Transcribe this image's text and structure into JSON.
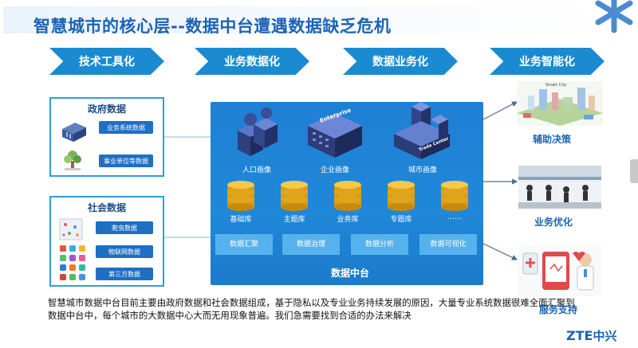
{
  "title": "智慧城市的核心层--数据中台遭遇数据缺乏危机",
  "stages": [
    "技术工具化",
    "业务数据化",
    "数据业务化",
    "业务智能化"
  ],
  "gov_panel": {
    "heading": "政府数据",
    "items": [
      "业务系统数据",
      "事业单位等数据"
    ]
  },
  "social_panel": {
    "heading": "社会数据",
    "items": [
      "爬虫数据",
      "物联网数据",
      "第三方数据"
    ]
  },
  "center": {
    "portraits": [
      "人口画像",
      "企业画像",
      "城市画像"
    ],
    "building_signs": [
      "Enterprise",
      "Trade Center"
    ],
    "databases": [
      "基础库",
      "主题库",
      "业务库",
      "专题库",
      "……"
    ],
    "tools": [
      "数据汇聚",
      "数据治理",
      "数据分析",
      "数据可视化"
    ],
    "title": "数据中台"
  },
  "outputs": [
    "辅助决策",
    "业务优化",
    "服务支持"
  ],
  "thumb_sign": "Smart City",
  "caption": "智慧城市数据中台目前主要由政府数据和社会数据组成，基于隐私以及专业业务持续发展的原因，大量专业系统数据很难全面汇聚到数据中台中，每个城市的大数据中心大而无用现象普遍。我们急需要找到合适的办法来解决",
  "logo": {
    "latin": "ZTE",
    "cjk": "中兴"
  },
  "colors": {
    "accent": "#1b8bd1",
    "title": "#1c63b5",
    "panel": "#2088d8",
    "tool": "#56b2ec",
    "button": "#1f6fc3"
  }
}
